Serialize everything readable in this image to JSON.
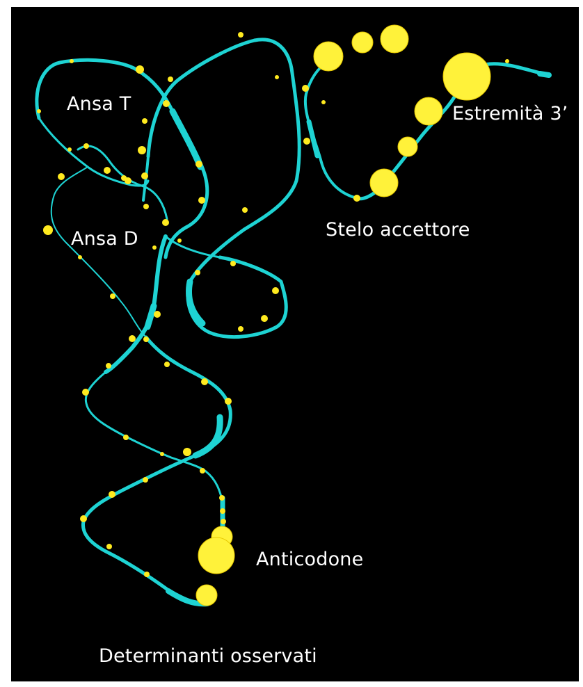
{
  "colors": {
    "background": "#000000",
    "backbone": "#1ed3d3",
    "nucleotide": "#ffea1f",
    "determinant": "#fff23a",
    "label": "#ffffff"
  },
  "labels": {
    "t_loop": "Ansa T",
    "d_loop": "Ansa D",
    "three_prime_end": "Estremità 3’",
    "acceptor_stem": "Stelo accettore",
    "anticodon": "Anticodone",
    "observed_determinants": "Determinanti osservati"
  }
}
